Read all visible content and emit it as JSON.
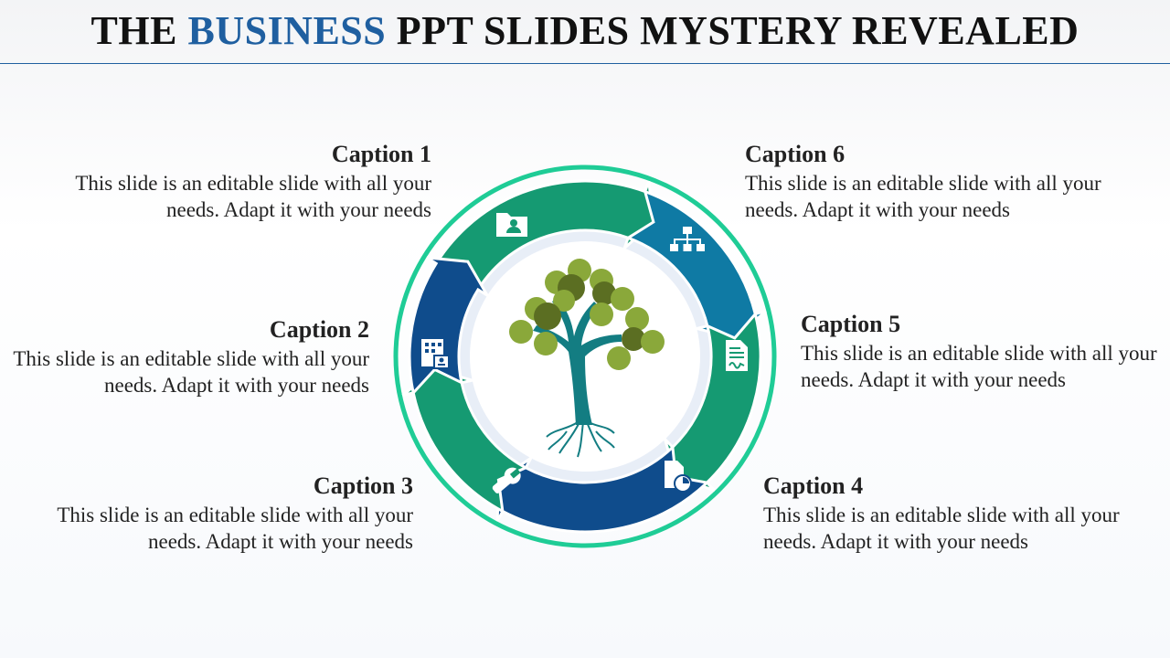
{
  "title": {
    "part1": "THE ",
    "highlight": "BUSINESS",
    "part2": " PPT SLIDES MYSTERY REVEALED"
  },
  "captions": [
    {
      "title": "Caption 1",
      "text": "This slide is an editable slide with all your needs. Adapt it with your needs"
    },
    {
      "title": "Caption 2",
      "text": "This slide is an editable slide with all your needs. Adapt it with your needs"
    },
    {
      "title": "Caption 3",
      "text": "This slide is an editable slide with all your needs. Adapt it with your needs"
    },
    {
      "title": "Caption 4",
      "text": "This slide is an editable slide with all your needs. Adapt it with your needs"
    },
    {
      "title": "Caption 5",
      "text": "This slide is an editable slide with all your needs. Adapt it with your needs"
    },
    {
      "title": "Caption 6",
      "text": "This slide is an editable slide with all your needs. Adapt it with your needs"
    }
  ],
  "colors": {
    "title_accent": "#1f5fa0",
    "green": "#159a72",
    "navy": "#0f4c8c",
    "teal_blue": "#0f7aa4",
    "outer_ring": "#1fcc96",
    "tree_trunk": "#137d82",
    "leaf_light": "#8aa83a",
    "leaf_dark": "#5b6e22"
  },
  "icons": [
    "folder-user-icon",
    "building-badge-icon",
    "wrench-icon",
    "document-chart-icon",
    "contract-icon",
    "org-chart-icon"
  ]
}
